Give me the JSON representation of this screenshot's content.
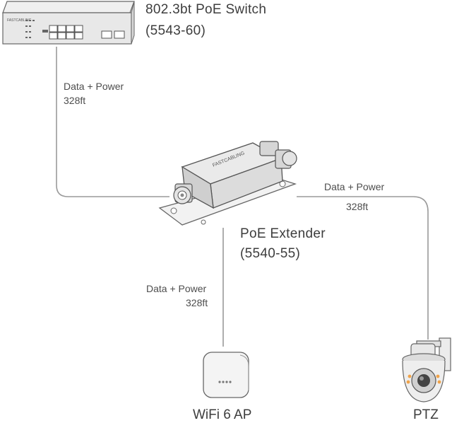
{
  "switch": {
    "title": "802.3bt PoE Switch",
    "model": "(5543-60)",
    "brand": "FASTCABLING"
  },
  "extender": {
    "title": "PoE Extender",
    "model": "(5540-55)",
    "brand": "FASTCABLING"
  },
  "links": {
    "switch_to_extender": {
      "label": "Data + Power",
      "distance": "328ft"
    },
    "extender_to_ptz": {
      "label": "Data + Power",
      "distance": "328ft"
    },
    "extender_to_ap": {
      "label": "Data + Power",
      "distance": "328ft"
    }
  },
  "endpoints": {
    "ap": "WiFi 6 AP",
    "ptz": "PTZ"
  },
  "colors": {
    "line": "#9a9a9a",
    "text": "#3d3d3d",
    "device_body": "#e6e6e6",
    "device_outline": "#6b6b6b"
  }
}
